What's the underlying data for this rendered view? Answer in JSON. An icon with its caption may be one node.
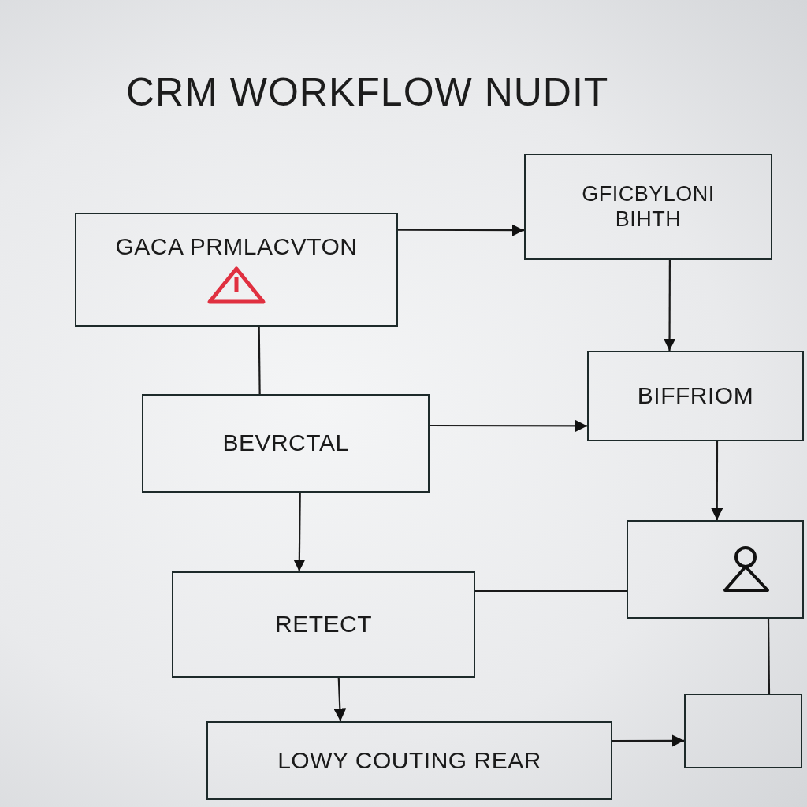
{
  "diagram": {
    "title": "CRM WORKFLOW NUDIT",
    "nodes": [
      {
        "text": [
          "GACA PRMLACVTON"
        ]
      },
      {
        "text": [
          "GFICBYLONI BIHTH"
        ]
      },
      {
        "text": [
          "BEVRCTAL"
        ]
      },
      {
        "text": [
          "BIFFRIOM"
        ]
      },
      {
        "text": [],
        "shape": "box"
      },
      {
        "text": [
          "RETECT"
        ]
      },
      {
        "text": [
          "LOWY COUTING REAR"
        ]
      },
      {
        "text": [],
        "shape": "box"
      }
    ],
    "edges": [
      {
        "from": 0,
        "to": 1,
        "arrow": "to"
      },
      {
        "from": 0,
        "to": 2,
        "arrow": "none"
      },
      {
        "from": 1,
        "to": 3,
        "arrow": "to"
      },
      {
        "from": 2,
        "to": 3,
        "arrow": "to"
      },
      {
        "from": 2,
        "to": 5,
        "arrow": "to"
      },
      {
        "from": 3,
        "to": 4,
        "arrow": "to"
      },
      {
        "from": 5,
        "to": 4,
        "arrow": "none"
      },
      {
        "from": 5,
        "to": 6,
        "arrow": "to"
      },
      {
        "from": 6,
        "to": 7,
        "arrow": "to"
      },
      {
        "from": 4,
        "to": 7,
        "arrow": "none"
      }
    ]
  }
}
